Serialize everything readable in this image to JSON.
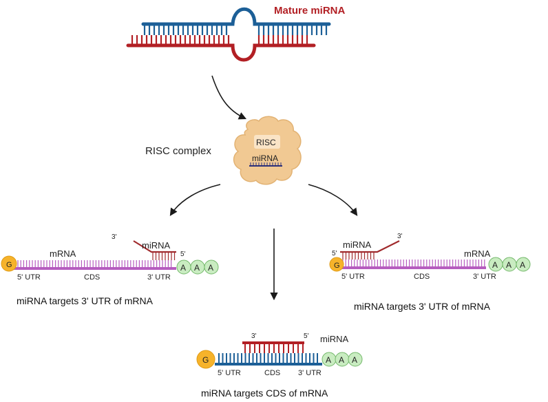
{
  "colors": {
    "strand_blue": "#1c5f97",
    "strand_red": "#b21f24",
    "mrna_purple": "#b65cbf",
    "cap_orange": "#f6b32b",
    "polya_green": "#c9ecc1",
    "polya_stroke": "#73b86a",
    "risc_tan": "#f1c993",
    "mirna_darkred": "#a02a2c",
    "mirna_navy": "#2a2f7a",
    "arrow": "#1a1a1a"
  },
  "icons": {
    "cap": "g-cap-circle",
    "polya": "poly-a-tail-circles",
    "risc": "risc-blob"
  },
  "top": {
    "mature_label": "Mature miRNA"
  },
  "risc": {
    "side_label": "RISC complex",
    "inner_label": "RISC",
    "mirna_label": "miRNA"
  },
  "left": {
    "mrna_label": "mRNA",
    "mirna_label": "miRNA",
    "prime3": "3'",
    "prime5": "5'",
    "utr5": "5' UTR",
    "cds": "CDS",
    "utr3": "3' UTR",
    "cap": "G",
    "polya": [
      "A",
      "A",
      "A"
    ],
    "caption": "miRNA  targets 3' UTR of mRNA"
  },
  "right": {
    "mrna_label": "mRNA",
    "mirna_label": "miRNA",
    "prime3": "3'",
    "prime5": "5'",
    "utr5": "5' UTR",
    "cds": "CDS",
    "utr3": "3' UTR",
    "cap": "G",
    "polya": [
      "A",
      "A",
      "A"
    ],
    "caption": "miRNA  targets 3' UTR of mRNA"
  },
  "bottom": {
    "mirna_label": "miRNA",
    "prime3": "3'",
    "prime5": "5'",
    "utr5": "5' UTR",
    "cds": "CDS",
    "utr3": "3' UTR",
    "cap": "G",
    "polya": [
      "A",
      "A",
      "A"
    ],
    "caption": "miRNA  targets CDS of mRNA"
  }
}
